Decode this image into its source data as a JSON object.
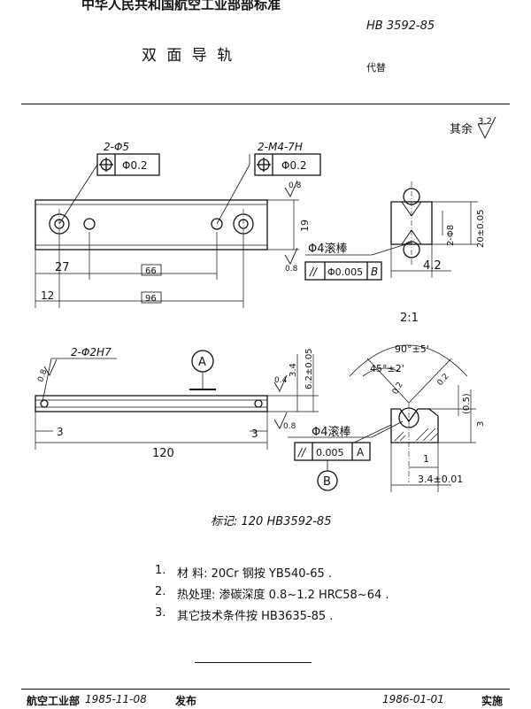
{
  "header": {
    "standard_org_title": "中华人民共和国航空工业部部标准",
    "standard_number": "HB 3592-85",
    "part_name": "双 面 导 轨",
    "replaces": "代替"
  },
  "drawing": {
    "roughness_note": "其余",
    "roughness_value": "3.2",
    "top_view": {
      "hole_callout_1": "2-Φ5",
      "tolerance_1": "Φ0.2",
      "hole_callout_2": "2-M4-7H",
      "tolerance_2": "Φ0.2",
      "dim_27": "27",
      "dim_66": "66",
      "dim_12": "12",
      "dim_96": "96",
      "dim_19": "19",
      "rough_08_a": "0.8",
      "rough_08_b": "0.8",
      "roller_label": "Φ4滚棒",
      "parallel_sym": "//",
      "parallel_tol": "Φ0.005",
      "datum_b": "B"
    },
    "end_view": {
      "dim_2phi8": "2-Φ8",
      "dim_20": "20±0.05",
      "dim_42": "4.2"
    },
    "scale": "2:1",
    "side_view": {
      "hole_callout": "2-Φ2H7",
      "rough_08_left": "0.8",
      "datum_a": "A",
      "rough_04": "0.4",
      "dim_34": "3.4",
      "dim_62": "6.2±0.05",
      "rough_08_right": "0.8",
      "dim_3_left": "3",
      "dim_3_right": "3",
      "dim_120": "120",
      "roller_label": "Φ4滚棒",
      "parallel_sym": "//",
      "parallel_tol": "0.005",
      "datum_a_ref": "A",
      "datum_b_circle": "B"
    },
    "detail_view": {
      "angle_90": "90°±5'",
      "angle_45": "45°±2'",
      "rough_02_left": "0.2",
      "rough_02_right": "0.2",
      "dim_05": "(0.5)",
      "dim_3": "3",
      "dim_1": "1",
      "dim_34": "3.4±0.01"
    }
  },
  "marking": "标记: 120 HB3592-85",
  "notes": [
    {
      "num": "1.",
      "text": "材  料: 20Cr 钢按 YB540-65 ."
    },
    {
      "num": "2.",
      "text": "热处理: 渗碳深度 0.8~1.2  HRC58~64 ."
    },
    {
      "num": "3.",
      "text": "其它技术条件按 HB3635-85 ."
    }
  ],
  "footer": {
    "issuer": "航空工业部",
    "issue_date": "1985-11-08",
    "issue_label": "发布",
    "effective_date": "1986-01-01",
    "effective_label": "实施"
  }
}
